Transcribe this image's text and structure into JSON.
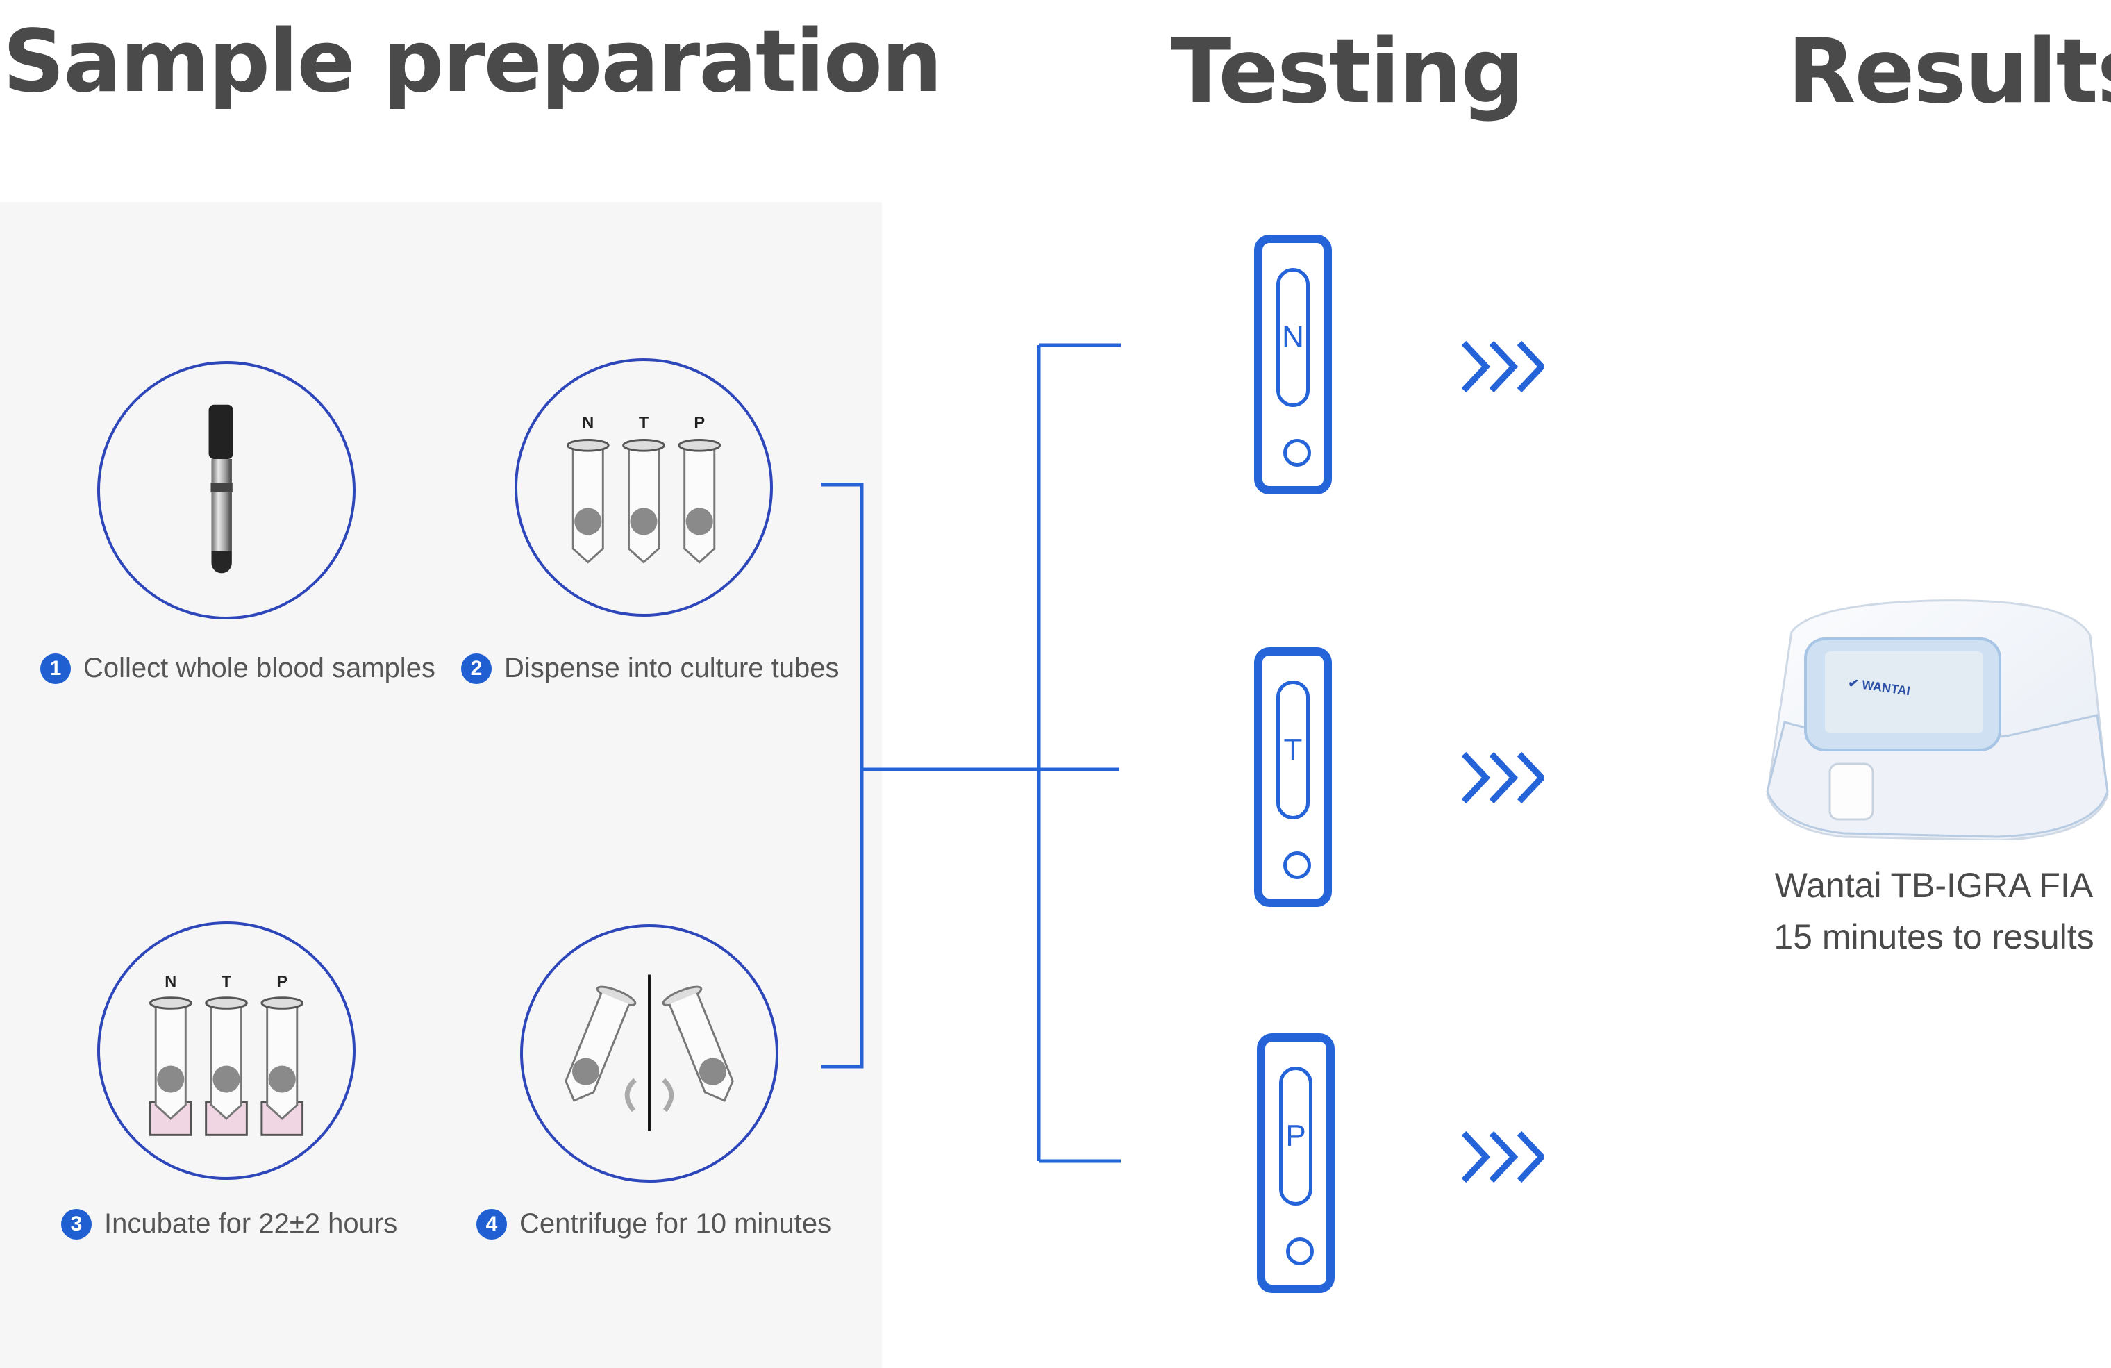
{
  "headings": {
    "sample_preparation": "Sample preparation",
    "testing": "Testing",
    "results": "Results"
  },
  "colors": {
    "accent_blue": "#2563d8",
    "circle_border": "#2d46b9",
    "badge_blue": "#1f5fd1",
    "heading_gray": "#4a4a4a",
    "panel_bg": "#f6f6f6",
    "incubation_pink": "#f0d6e2"
  },
  "steps": [
    {
      "number": "1",
      "label": "Collect whole blood samples",
      "icon": "blood-collection-tube-icon"
    },
    {
      "number": "2",
      "label": "Dispense into culture tubes",
      "icon": "culture-tubes-icon",
      "tube_labels": [
        "N",
        "T",
        "P"
      ]
    },
    {
      "number": "3",
      "label": "Incubate for 22±2 hours",
      "icon": "incubation-tubes-icon",
      "tube_labels": [
        "N",
        "T",
        "P"
      ]
    },
    {
      "number": "4",
      "label": "Centrifuge for 10 minutes",
      "icon": "centrifuge-icon"
    }
  ],
  "test_strips": [
    {
      "label": "N"
    },
    {
      "label": "T"
    },
    {
      "label": "P"
    }
  ],
  "arrows": {
    "glyph": "›››",
    "icon": "triple-chevron-right-icon"
  },
  "result": {
    "device_icon": "fia-analyzer-device-icon",
    "device_name": "Wantai TB-IGRA FIA",
    "time_to_result": "15 minutes to results"
  }
}
